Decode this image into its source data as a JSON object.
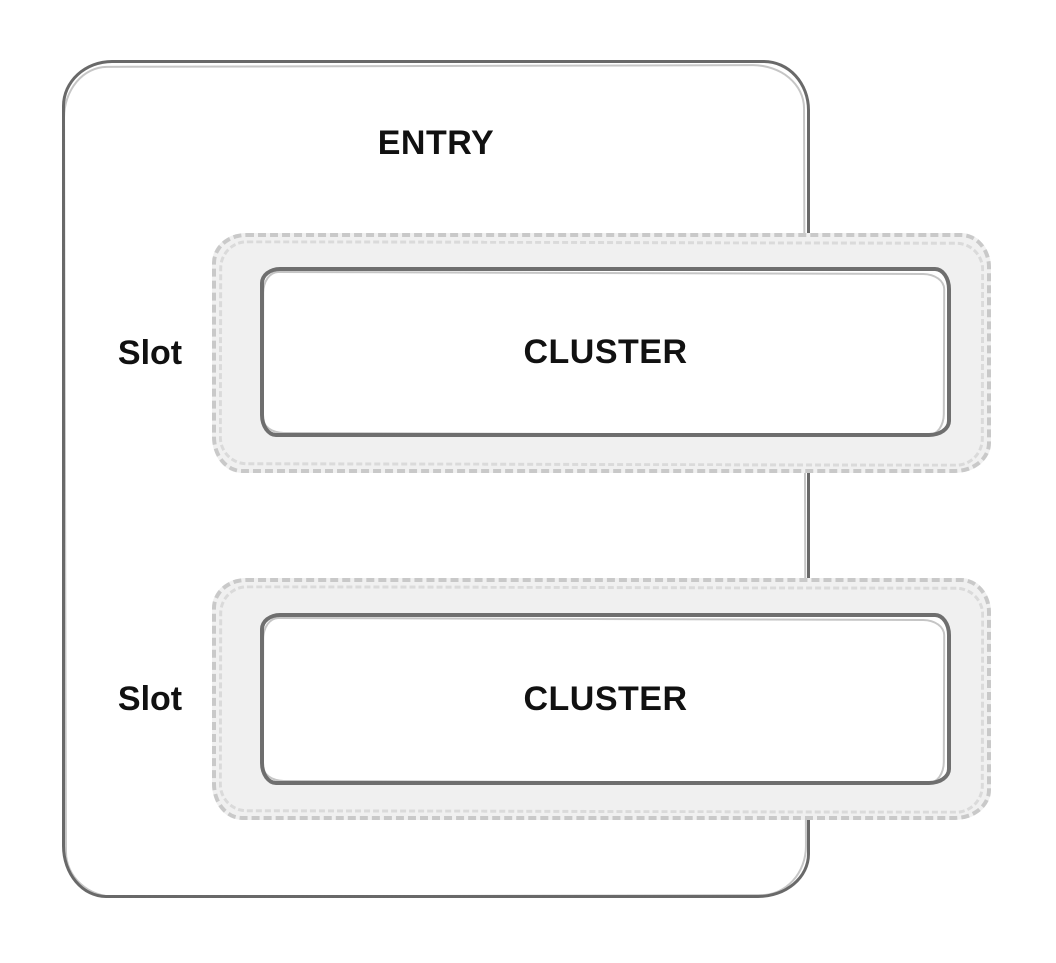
{
  "diagram": {
    "title": "ENTRY",
    "slots": [
      {
        "label": "Slot",
        "cluster_label": "CLUSTER"
      },
      {
        "label": "Slot",
        "cluster_label": "CLUSTER"
      }
    ],
    "colors": {
      "background": "#ffffff",
      "entry_border": "#696969",
      "slot_fill": "#f0f0f0",
      "slot_dash": "#c9c9c9",
      "cluster_border": "#6f6f6f",
      "cluster_fill": "#ffffff",
      "text": "#111111"
    }
  }
}
